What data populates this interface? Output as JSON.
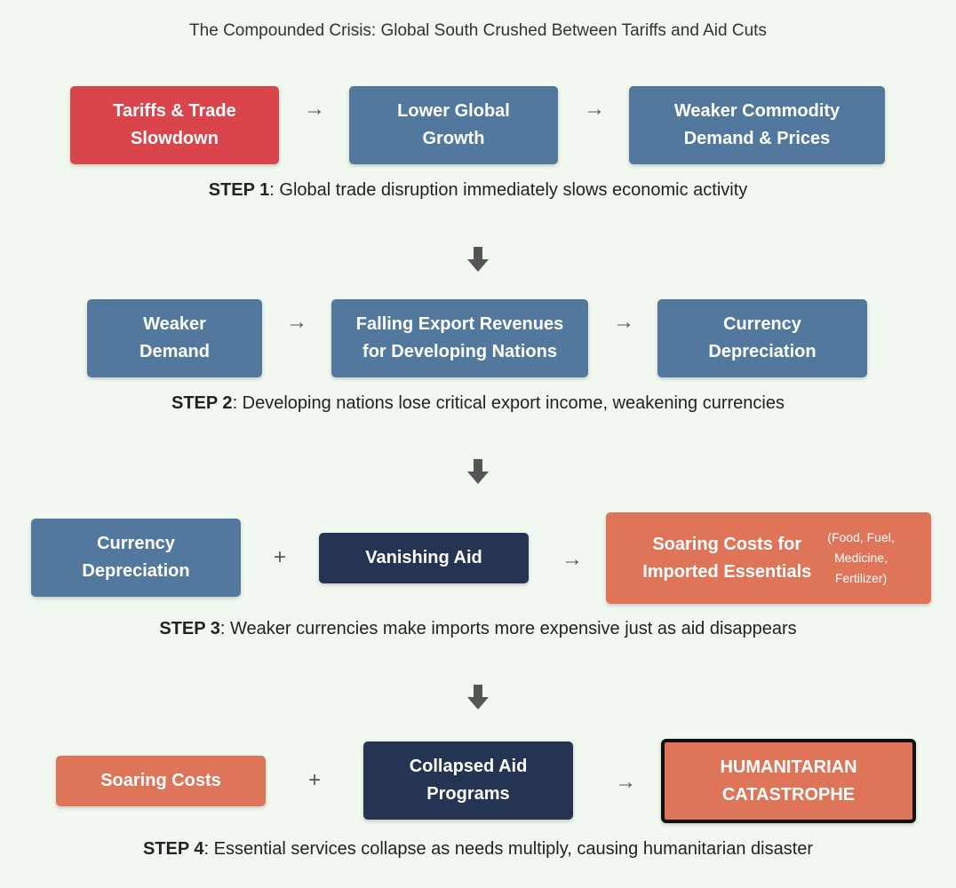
{
  "title": "The Compounded Crisis: Global South Crushed Between Tariffs and Aid Cuts",
  "step1": {
    "boxes": [
      {
        "line1": "Tariffs & Trade",
        "line2": "Slowdown"
      },
      {
        "line1": "Lower Global",
        "line2": "Growth"
      },
      {
        "line1": "Weaker Commodity",
        "line2": "Demand & Prices"
      }
    ],
    "arrows": [
      "→",
      "→"
    ],
    "label": "STEP 1",
    "text": ": Global trade disruption immediately slows economic activity"
  },
  "step2": {
    "boxes": [
      {
        "line1": "Weaker",
        "line2": "Demand"
      },
      {
        "line1": "Falling Export Revenues",
        "line2": "for Developing Nations"
      },
      {
        "line1": "Currency",
        "line2": "Depreciation"
      }
    ],
    "arrows": [
      "→",
      "→"
    ],
    "label": "STEP 2",
    "text": ": Developing nations lose critical export income, weakening currencies"
  },
  "step3": {
    "box1": {
      "line1": "Currency",
      "line2": "Depreciation"
    },
    "plus": "+",
    "box2": "Vanishing Aid",
    "arrow": "→",
    "box3": {
      "line1": "Soaring Costs for",
      "line2": "Imported Essentials",
      "note": [
        "(Food, Fuel,",
        "Medicine,",
        "Fertilizer)"
      ]
    },
    "label": "STEP 3",
    "text": ": Weaker currencies make imports more expensive just as aid disappears"
  },
  "step4": {
    "box1": "Soaring Costs",
    "plus": "+",
    "box2": {
      "line1": "Collapsed Aid",
      "line2": "Programs"
    },
    "arrow": "→",
    "box3": {
      "line1": "HUMANITARIAN",
      "line2": "CATASTROPHE"
    },
    "label": "STEP 4",
    "text": ": Essential services collapse as needs multiply, causing humanitarian disaster"
  },
  "colors": {
    "background": "#f1f8ef",
    "red": "#d9454b",
    "blue": "#52799d",
    "navy": "#243452",
    "orange": "#de7559",
    "down_arrow": "#555555"
  },
  "icons": [
    "right-arrow-icon",
    "plus-icon",
    "down-arrow-icon"
  ]
}
